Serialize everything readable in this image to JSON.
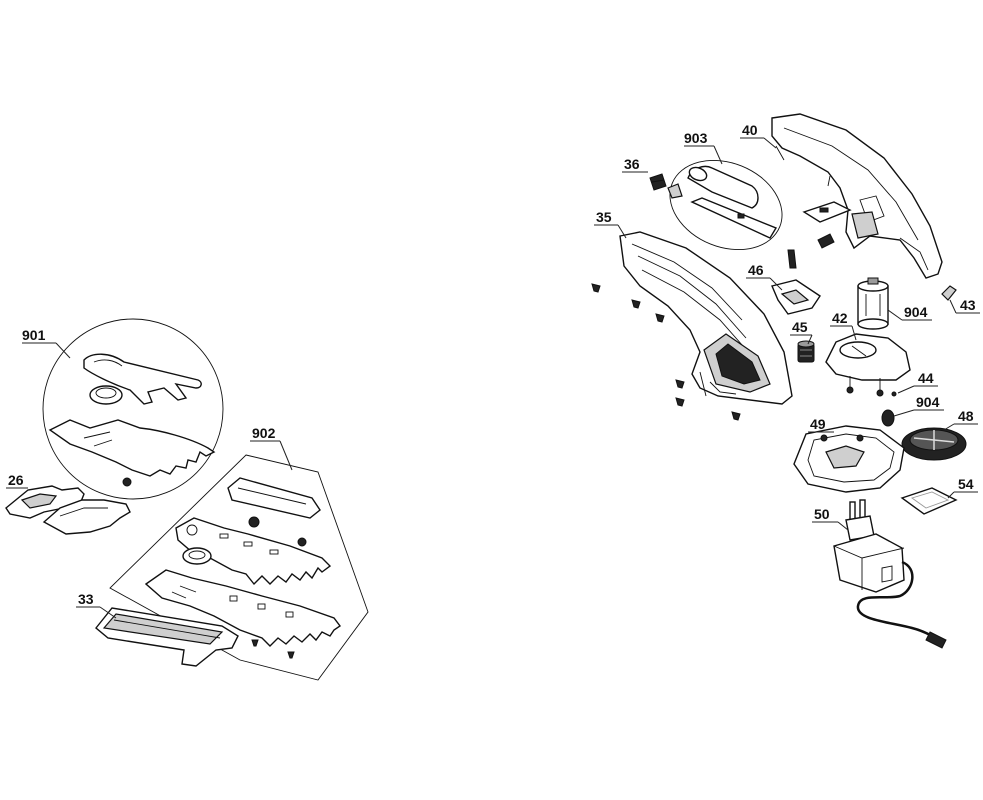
{
  "labels": {
    "l901": "901",
    "l26": "26",
    "l902": "902",
    "l33": "33",
    "l903": "903",
    "l36": "36",
    "l40": "40",
    "l35": "35",
    "l46": "46",
    "l43": "43",
    "l904a": "904",
    "l42": "42",
    "l45": "45",
    "l44": "44",
    "l904b": "904",
    "l48": "48",
    "l49": "49",
    "l54": "54",
    "l50": "50"
  }
}
